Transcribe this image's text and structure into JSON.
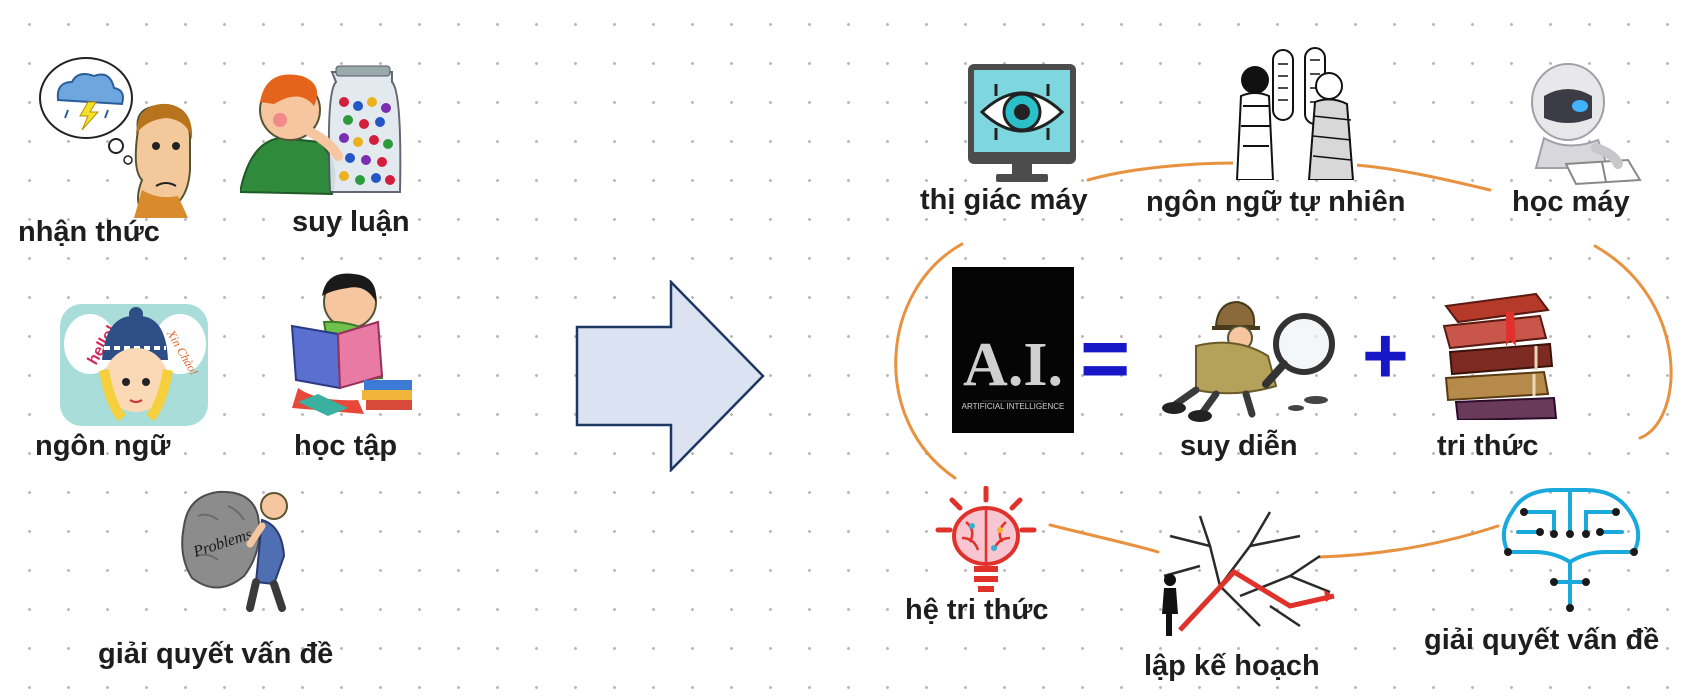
{
  "left_panel": {
    "labels": {
      "perception": "nhận thức",
      "reasoning": "suy luận",
      "language": "ngôn ngữ",
      "learning": "học tập",
      "problem_solving": "giải quyết vấn đề"
    },
    "sign_text_hello": "hello!",
    "sign_text_xin_chao": "Xin Chào!",
    "rock_text": "Problems"
  },
  "right_panel": {
    "labels": {
      "machine_vision": "thị giác máy",
      "natural_language": "ngôn ngữ tự nhiên",
      "machine_learning": "học máy",
      "inference": "suy diễn",
      "knowledge": "tri thức",
      "knowledge_system": "hệ tri thức",
      "planning": "lập kế hoạch",
      "problem_solving": "giải quyết vấn đề"
    },
    "equals_sign": "=",
    "plus_sign": "+",
    "poster_title": "A.I.",
    "poster_subtitle": "ARTIFICIAL INTELLIGENCE",
    "colors": {
      "ring": "#e8913f",
      "operator": "#1717c8",
      "arrow_fill": "#dbe2f1",
      "arrow_stroke": "#1f3763"
    }
  }
}
